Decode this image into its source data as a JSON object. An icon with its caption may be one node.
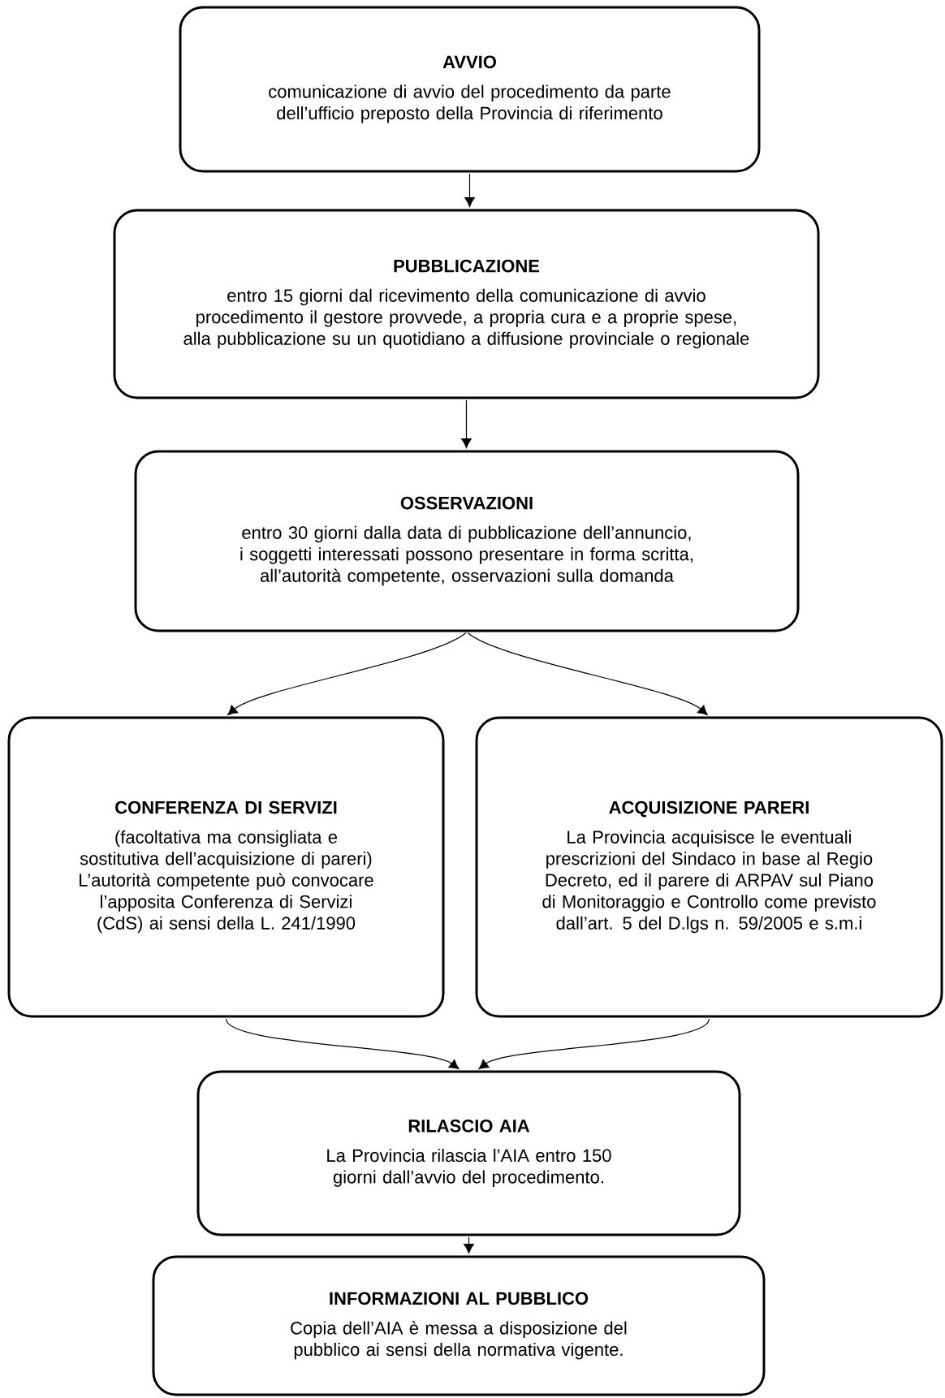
{
  "diagram": {
    "nodes": [
      {
        "text": [
          "AVVIO",
          "comunicazione di avvio del procedimento da parte dell’ufficio preposto della Provincia di riferimento"
        ]
      },
      {
        "text": [
          "PUBBLICAZIONE",
          "entro 15 giorni dal ricevimento della comunicazione di avvio procedimento il gestore provvede, a propria cura e a proprie spese, alla pubblicazione su un quotidiano a diffusione provinciale o regionale"
        ]
      },
      {
        "text": [
          "OSSERVAZIONI",
          "entro 30 giorni dalla data di pubblicazione dell’annuncio, i soggetti interessati possono presentare in forma scritta, all’autorità competente, osservazioni sulla domanda"
        ]
      },
      {
        "text": [
          "CONFERENZA DI SERVIZI",
          "(facoltativa ma consigliata e sostitutiva dell’acquisizione di pareri) L’autorità competente può convocare l’apposita Conferenza di Servizi (CdS) ai sensi della L. 241/1990"
        ]
      },
      {
        "text": [
          "ACQUISIZIONE PARERI",
          "La Provincia acquisisce le eventuali prescrizioni del Sindaco in base al Regio Decreto, ed il parere di ARPAV sul Piano di Monitoraggio e Controllo come previsto dall’art. 5 del D.lgs n. 59/2005 e s.m.i"
        ]
      },
      {
        "text": [
          "RILASCIO AIA",
          "La Provincia rilascia l’AIA entro 150 giorni dall’avvio del procedimento."
        ]
      },
      {
        "text": [
          "INFORMAZIONI AL PUBBLICO",
          "Copia dell’AIA è messa a disposizione del pubblico ai sensi della normativa vigente."
        ]
      }
    ],
    "edges": [
      {
        "from": 0,
        "to": 1,
        "arrow": "to"
      },
      {
        "from": 1,
        "to": 2,
        "arrow": "to"
      },
      {
        "from": 2,
        "to": 3,
        "arrow": "to"
      },
      {
        "from": 2,
        "to": 4,
        "arrow": "to"
      },
      {
        "from": 3,
        "to": 5,
        "arrow": "to"
      },
      {
        "from": 4,
        "to": 5,
        "arrow": "to"
      },
      {
        "from": 5,
        "to": 6,
        "arrow": "to"
      }
    ]
  }
}
